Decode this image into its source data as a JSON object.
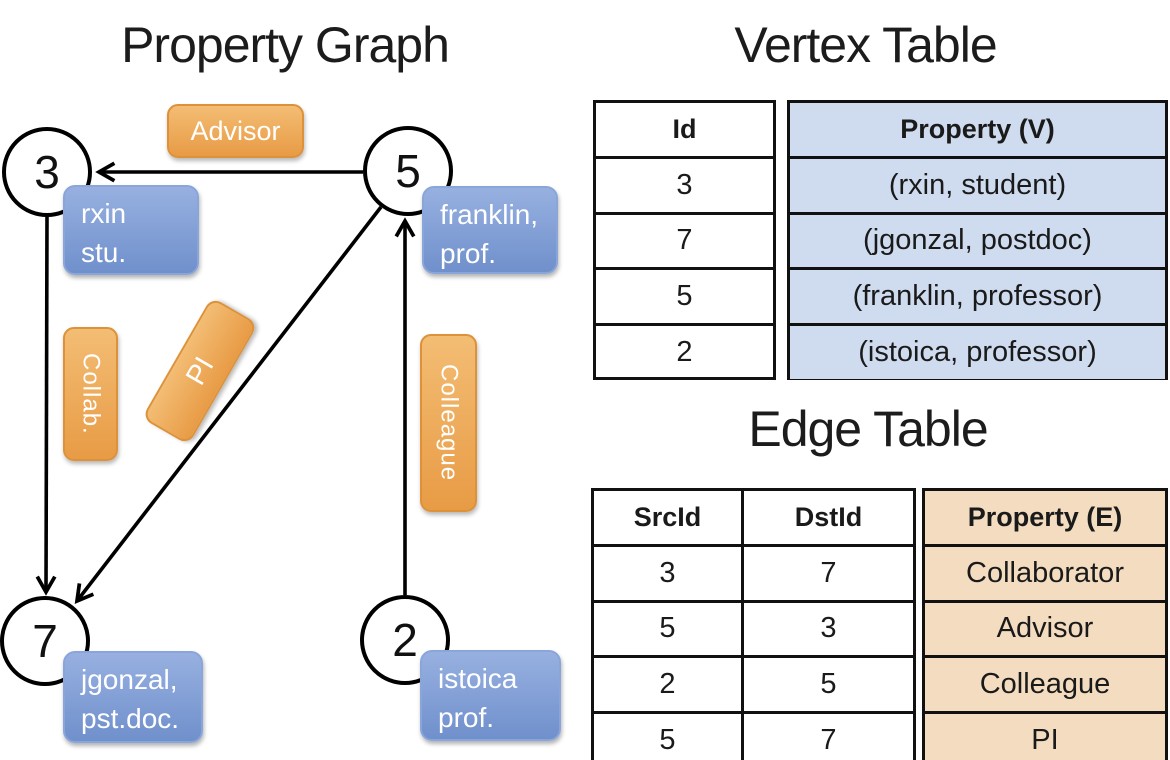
{
  "graph": {
    "title": "Property Graph",
    "nodes": [
      {
        "id": "3",
        "property_line1": "rxin",
        "property_line2": "stu."
      },
      {
        "id": "5",
        "property_line1": "franklin,",
        "property_line2": "prof."
      },
      {
        "id": "7",
        "property_line1": "jgonzal,",
        "property_line2": "pst.doc."
      },
      {
        "id": "2",
        "property_line1": "istoica",
        "property_line2": "prof."
      }
    ],
    "edges": [
      {
        "label": "Advisor",
        "src": "5",
        "dst": "3"
      },
      {
        "label": "Collab.",
        "src": "3",
        "dst": "7"
      },
      {
        "label": "PI",
        "src": "5",
        "dst": "7"
      },
      {
        "label": "Colleague",
        "src": "2",
        "dst": "5"
      }
    ]
  },
  "vertex_table": {
    "title": "Vertex Table",
    "id_header": "Id",
    "property_header": "Property (V)",
    "rows": [
      {
        "id": "3",
        "property": "(rxin, student)"
      },
      {
        "id": "7",
        "property": "(jgonzal, postdoc)"
      },
      {
        "id": "5",
        "property": "(franklin, professor)"
      },
      {
        "id": "2",
        "property": "(istoica, professor)"
      }
    ]
  },
  "edge_table": {
    "title": "Edge Table",
    "src_header": "SrcId",
    "dst_header": "DstId",
    "property_header": "Property (E)",
    "rows": [
      {
        "src": "3",
        "dst": "7",
        "property": "Collaborator"
      },
      {
        "src": "5",
        "dst": "3",
        "property": "Advisor"
      },
      {
        "src": "2",
        "dst": "5",
        "property": "Colleague"
      },
      {
        "src": "5",
        "dst": "7",
        "property": "PI"
      }
    ]
  },
  "colors": {
    "edge_label_fill": "#EFA94F",
    "vertex_label_fill": "#7E9DD4",
    "vertex_property_cell": "#CFDBEF",
    "edge_property_cell": "#F3DCC0",
    "line": "#000000"
  }
}
